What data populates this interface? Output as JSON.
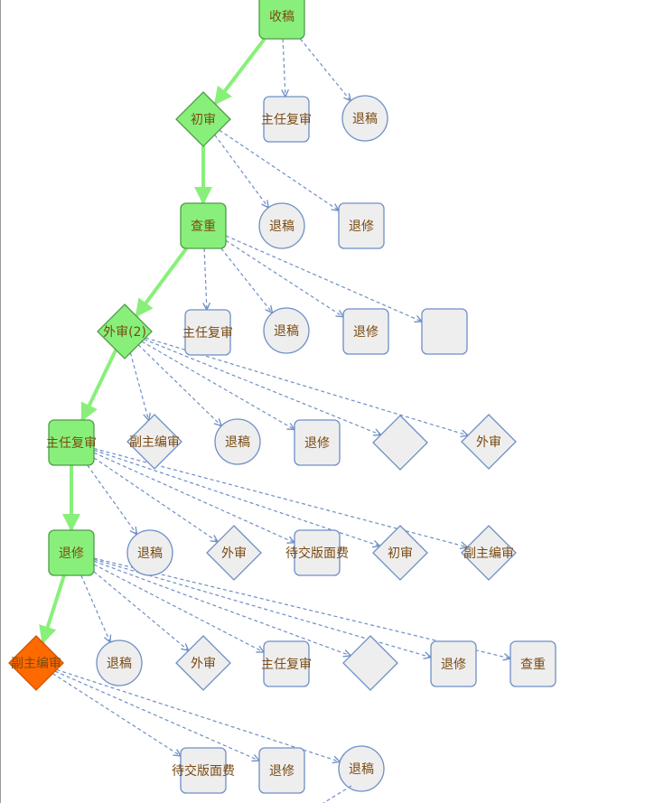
{
  "diagram": {
    "colors": {
      "active": "#88f07a",
      "active_stroke": "#4f9a48",
      "current": "#ff6a00",
      "current_stroke": "#cc5500",
      "pending": "#eeeeee",
      "pending_stroke": "#6e8fc6",
      "main_edge": "#88f07a",
      "branch_edge": "#6e8fc6",
      "label": "#7a4a12"
    },
    "nodes": [
      {
        "id": "n1",
        "label": "收稿",
        "shape": "rect",
        "state": "active"
      },
      {
        "id": "n2",
        "label": "主任复审",
        "shape": "rect",
        "state": "pending"
      },
      {
        "id": "n3",
        "label": "退稿",
        "shape": "circle",
        "state": "pending"
      },
      {
        "id": "n4",
        "label": "初审",
        "shape": "diamond",
        "state": "active"
      },
      {
        "id": "n5",
        "label": "退稿",
        "shape": "circle",
        "state": "pending"
      },
      {
        "id": "n6",
        "label": "退修",
        "shape": "rect",
        "state": "pending"
      },
      {
        "id": "n7",
        "label": "查重",
        "shape": "rect",
        "state": "active"
      },
      {
        "id": "n8",
        "label": "主任复审",
        "shape": "rect",
        "state": "pending"
      },
      {
        "id": "n9",
        "label": "退稿",
        "shape": "circle",
        "state": "pending"
      },
      {
        "id": "n10",
        "label": "退修",
        "shape": "rect",
        "state": "pending"
      },
      {
        "id": "n11",
        "label": "",
        "shape": "rect",
        "state": "pending"
      },
      {
        "id": "n12",
        "label": "外审(2)",
        "shape": "diamond",
        "state": "active"
      },
      {
        "id": "n13",
        "label": "副主编审",
        "shape": "diamond",
        "state": "pending"
      },
      {
        "id": "n14",
        "label": "退稿",
        "shape": "circle",
        "state": "pending"
      },
      {
        "id": "n15",
        "label": "退修",
        "shape": "rect",
        "state": "pending"
      },
      {
        "id": "n16",
        "label": "",
        "shape": "diamond",
        "state": "pending"
      },
      {
        "id": "n17",
        "label": "外审",
        "shape": "diamond",
        "state": "pending"
      },
      {
        "id": "n18",
        "label": "主任复审",
        "shape": "rect",
        "state": "active"
      },
      {
        "id": "n19",
        "label": "退稿",
        "shape": "circle",
        "state": "pending"
      },
      {
        "id": "n20",
        "label": "外审",
        "shape": "diamond",
        "state": "pending"
      },
      {
        "id": "n21",
        "label": "待交版面费",
        "shape": "rect",
        "state": "pending"
      },
      {
        "id": "n22",
        "label": "初审",
        "shape": "diamond",
        "state": "pending"
      },
      {
        "id": "n23",
        "label": "副主编审",
        "shape": "diamond",
        "state": "pending"
      },
      {
        "id": "n24",
        "label": "退修",
        "shape": "rect",
        "state": "active"
      },
      {
        "id": "n25",
        "label": "退稿",
        "shape": "circle",
        "state": "pending"
      },
      {
        "id": "n26",
        "label": "外审",
        "shape": "diamond",
        "state": "pending"
      },
      {
        "id": "n27",
        "label": "主任复审",
        "shape": "rect",
        "state": "pending"
      },
      {
        "id": "n28",
        "label": "",
        "shape": "diamond",
        "state": "pending"
      },
      {
        "id": "n29",
        "label": "退修",
        "shape": "rect",
        "state": "pending"
      },
      {
        "id": "n30",
        "label": "查重",
        "shape": "rect",
        "state": "pending"
      },
      {
        "id": "n31",
        "label": "副主编审",
        "shape": "diamond",
        "state": "current"
      },
      {
        "id": "n32",
        "label": "待交版面费",
        "shape": "rect",
        "state": "pending"
      },
      {
        "id": "n33",
        "label": "退修",
        "shape": "rect",
        "state": "pending"
      },
      {
        "id": "n34",
        "label": "退稿",
        "shape": "circle",
        "state": "pending"
      }
    ],
    "edges": [
      {
        "from": "n1",
        "to": "n4",
        "kind": "main"
      },
      {
        "from": "n1",
        "to": "n2",
        "kind": "branch"
      },
      {
        "from": "n1",
        "to": "n3",
        "kind": "branch"
      },
      {
        "from": "n4",
        "to": "n7",
        "kind": "main"
      },
      {
        "from": "n4",
        "to": "n5",
        "kind": "branch"
      },
      {
        "from": "n4",
        "to": "n6",
        "kind": "branch"
      },
      {
        "from": "n7",
        "to": "n12",
        "kind": "main"
      },
      {
        "from": "n7",
        "to": "n8",
        "kind": "branch"
      },
      {
        "from": "n7",
        "to": "n9",
        "kind": "branch"
      },
      {
        "from": "n7",
        "to": "n10",
        "kind": "branch"
      },
      {
        "from": "n7",
        "to": "n11",
        "kind": "branch"
      },
      {
        "from": "n12",
        "to": "n18",
        "kind": "main"
      },
      {
        "from": "n12",
        "to": "n13",
        "kind": "branch"
      },
      {
        "from": "n12",
        "to": "n14",
        "kind": "branch"
      },
      {
        "from": "n12",
        "to": "n15",
        "kind": "branch"
      },
      {
        "from": "n12",
        "to": "n16",
        "kind": "branch"
      },
      {
        "from": "n12",
        "to": "n17",
        "kind": "branch"
      },
      {
        "from": "n18",
        "to": "n24",
        "kind": "main"
      },
      {
        "from": "n18",
        "to": "n19",
        "kind": "branch"
      },
      {
        "from": "n18",
        "to": "n20",
        "kind": "branch"
      },
      {
        "from": "n18",
        "to": "n21",
        "kind": "branch"
      },
      {
        "from": "n18",
        "to": "n22",
        "kind": "branch"
      },
      {
        "from": "n18",
        "to": "n23",
        "kind": "branch"
      },
      {
        "from": "n24",
        "to": "n31",
        "kind": "main"
      },
      {
        "from": "n24",
        "to": "n25",
        "kind": "branch"
      },
      {
        "from": "n24",
        "to": "n26",
        "kind": "branch"
      },
      {
        "from": "n24",
        "to": "n27",
        "kind": "branch"
      },
      {
        "from": "n24",
        "to": "n28",
        "kind": "branch"
      },
      {
        "from": "n24",
        "to": "n29",
        "kind": "branch"
      },
      {
        "from": "n24",
        "to": "n30",
        "kind": "branch"
      },
      {
        "from": "n31",
        "to": "n32",
        "kind": "branch"
      },
      {
        "from": "n31",
        "to": "n33",
        "kind": "branch"
      },
      {
        "from": "n31",
        "to": "n34",
        "kind": "branch"
      }
    ]
  }
}
